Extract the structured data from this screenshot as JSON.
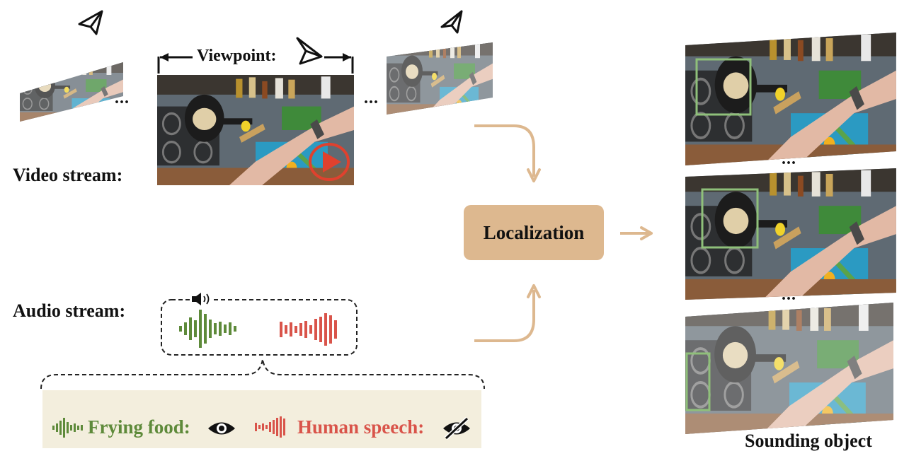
{
  "labels": {
    "viewpoint": "Viewpoint:",
    "video_stream": "Video stream:",
    "audio_stream": "Audio stream:",
    "localization": "Localization",
    "sounding_object": "Sounding object",
    "ellipsis": "..."
  },
  "legend": {
    "frying_food": "Frying food:",
    "human_speech": "Human speech:"
  },
  "colors": {
    "frying_green": "#5e8a3a",
    "speech_red": "#d9544a",
    "accent_tan": "#ddb88f",
    "legend_bg": "#f3eedd",
    "box_green": "#8fc07a",
    "play_red": "#e0412e"
  },
  "icons": [
    "camera-icon",
    "speaker-icon",
    "eye-icon",
    "eye-slash-icon",
    "play-icon",
    "waveform-icon"
  ]
}
